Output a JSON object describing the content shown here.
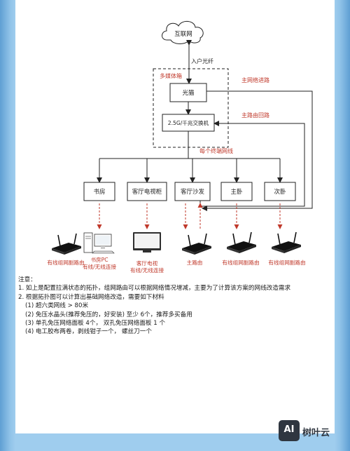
{
  "diagram": {
    "internet": "互联网",
    "fiber_in": "入户光纤",
    "media_box": "多媒体箱",
    "modem": "光猫",
    "switch": "2.5G/千兆交换机",
    "main_route_out": "主网络进路",
    "main_route_back": "主路由回路",
    "room_lines": "每个终端网线",
    "rooms": [
      "书房",
      "客厅电视柜",
      "客厅沙发",
      "主卧",
      "次卧"
    ],
    "devices": [
      {
        "lines": [
          "有线组网副路由"
        ],
        "icon": "router-icon"
      },
      {
        "lines": [
          "书房PC",
          "有线/无线连接"
        ],
        "icon": "pc-icon"
      },
      {
        "lines": [
          "客厅电视",
          "有线/无线连接"
        ],
        "icon": "tv-icon"
      },
      {
        "lines": [
          "主路由"
        ],
        "icon": "router-icon"
      },
      {
        "lines": [
          "有线组网副路由"
        ],
        "icon": "router-icon"
      },
      {
        "lines": [
          "有线组网副路由"
        ],
        "icon": "router-icon"
      }
    ],
    "colors": {
      "line": "#222222",
      "dashed_arrow": "#c0392b",
      "label_red": "#c0392b",
      "note_text": "#1a1a1a"
    }
  },
  "notes": {
    "title": "注意：",
    "item1": "1. 如上是配置拉满状态的拓扑，组网路由可以根据网络情况增减，主要为了计算该方案的网线改造需求",
    "item2": "2. 根据拓扑图可以计算出基础网络改造，需要如下材料",
    "materials": [
      "(1) 超六类网线 > 80米",
      "(2) 免压水晶头(推荐免压的，好安装) 至少 6个，推荐多买备用",
      "(3) 单孔免压网络面板 4个， 双孔免压网络面板 1 个",
      "(4) 电工胶布两卷，剥线钳子一个， 螺丝刀一个"
    ]
  },
  "watermark": {
    "logo": "AI",
    "name": "树叶云"
  }
}
